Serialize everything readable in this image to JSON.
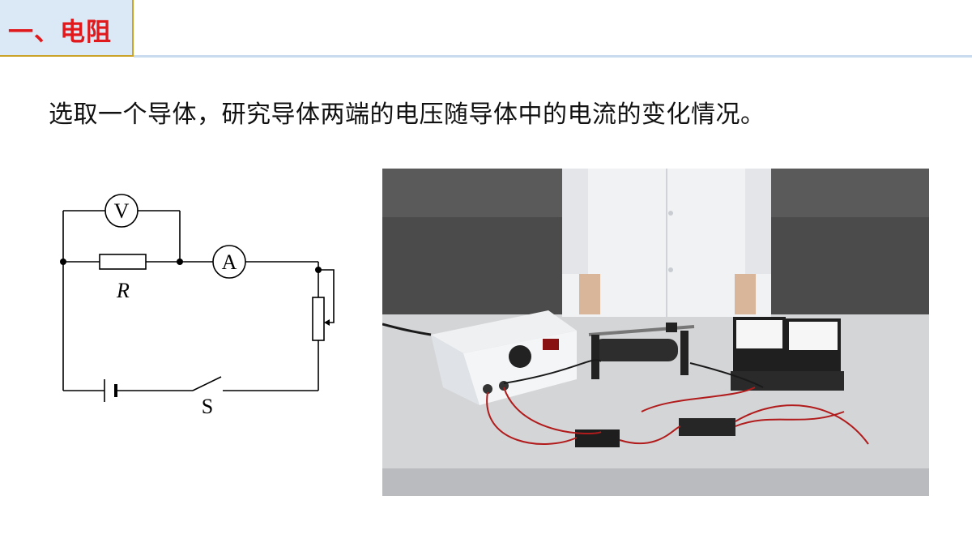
{
  "section": {
    "title": "一、电阻"
  },
  "intro_text": "选取一个导体，研究导体两端的电压随导体中的电流的变化情况。",
  "circuit": {
    "voltmeter_label": "V",
    "ammeter_label": "A",
    "resistor_label": "R",
    "switch_label": "S"
  },
  "photo": {
    "caption": ""
  },
  "colors": {
    "title_red": "#e0191c",
    "title_bg": "#dbe9f7",
    "title_border": "#c9a227"
  }
}
